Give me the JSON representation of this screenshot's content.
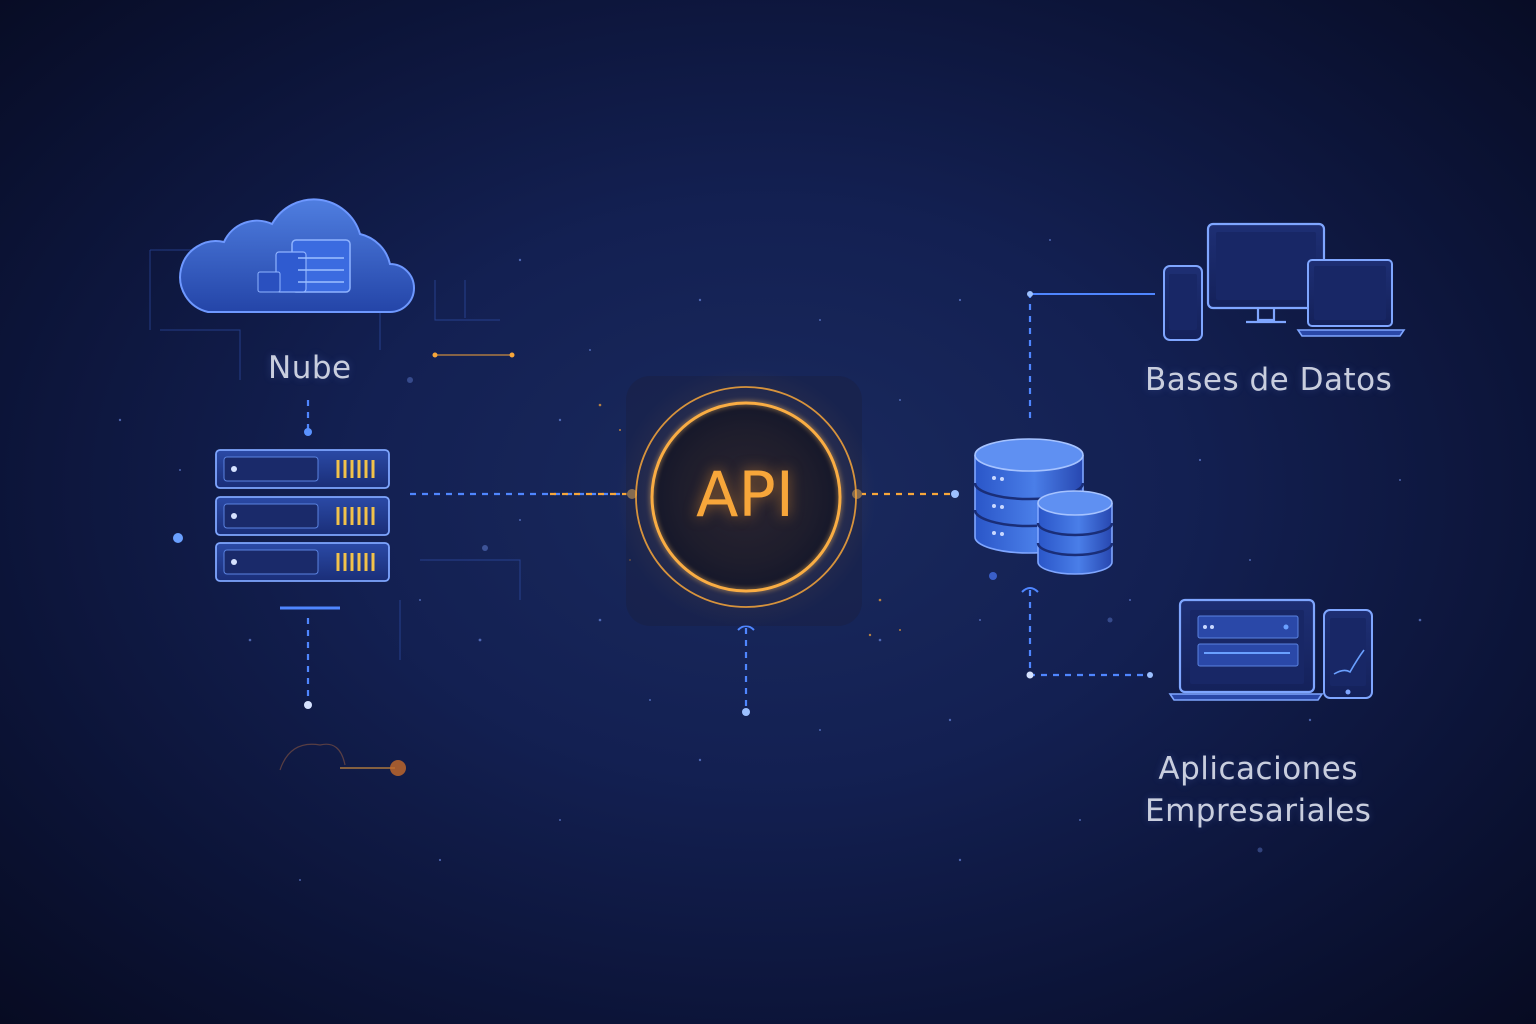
{
  "nodes": {
    "api": {
      "label": "API"
    },
    "cloud": {
      "label": "Nube"
    },
    "databases": {
      "label": "Bases de Datos"
    },
    "enterprise_apps": {
      "line1": "Aplicaciones",
      "line2": "Empresariales"
    }
  },
  "icons": {
    "cloud": "cloud-icon",
    "server": "server-rack-icon",
    "database": "database-icon",
    "devices": "devices-icon",
    "enterprise": "laptop-phone-icon"
  },
  "colors": {
    "background": "#0c1438",
    "primary_blue": "#3f7cf0",
    "accent_orange": "#f7a63a",
    "text": "#c9cede"
  }
}
